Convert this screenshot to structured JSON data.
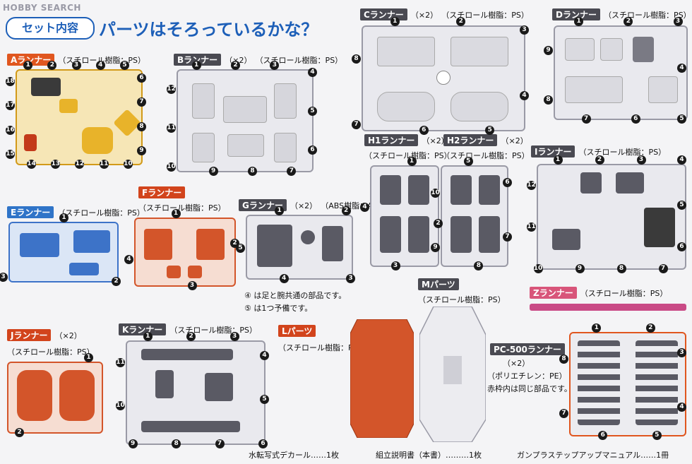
{
  "watermark": "HOBBY SEARCH",
  "header": {
    "badge": "セット内容",
    "title": "パーツはそろっているかな？"
  },
  "runners": {
    "A": {
      "name": "Aランナー",
      "material": "（スチロール樹脂：PS）"
    },
    "B": {
      "name": "Bランナー",
      "count": "（×2）",
      "material": "（スチロール樹脂：PS）"
    },
    "C": {
      "name": "Cランナー",
      "count": "（×2）",
      "material": "（スチロール樹脂：PS）"
    },
    "D": {
      "name": "Dランナー",
      "material": "（スチロール樹脂：PS）"
    },
    "E": {
      "name": "Eランナー",
      "material": "（スチロール樹脂：PS）"
    },
    "F": {
      "name": "Fランナー",
      "material": "（スチロール樹脂：PS）"
    },
    "G": {
      "name": "Gランナー",
      "count": "（×2）",
      "material": "（ABS樹脂：ABS）"
    },
    "H1": {
      "name": "H1ランナー",
      "count": "（×2）",
      "material": "（スチロール樹脂：PS）"
    },
    "H2": {
      "name": "H2ランナー",
      "count": "（×2）",
      "material": "（スチロール樹脂：PS）"
    },
    "I": {
      "name": "Iランナー",
      "material": "（スチロール樹脂：PS）"
    },
    "J": {
      "name": "Jランナー",
      "count": "（×2）",
      "material": "（スチロール樹脂：PS）"
    },
    "K": {
      "name": "Kランナー",
      "material": "（スチロール樹脂：PS）"
    },
    "L": {
      "name": "Lパーツ",
      "material": "（スチロール樹脂：PS）"
    },
    "M": {
      "name": "Mパーツ",
      "material": "（スチロール樹脂：PS）"
    },
    "Z": {
      "name": "Zランナー",
      "material": "（スチロール樹脂：PS）"
    },
    "PC": {
      "name": "PC-500ランナー",
      "count": "（×2）",
      "material": "（ポリエチレン：PE）",
      "note": "赤枠内は同じ部品です。"
    }
  },
  "g_notes": {
    "n4": "は足と腕共通の部品です。",
    "n5": "は1つ予備です。"
  },
  "footer": {
    "decal": "水転写式デカール……1枚",
    "manual": "組立説明書（本書）………1枚",
    "stepup": "ガンプラステップアップマニュアル……1冊"
  },
  "colors": {
    "yellow": "#e8b32a",
    "white": "#e4e4ea",
    "gray": "#5a5a64",
    "blue": "#3d73c8",
    "red": "#d3552a",
    "pink": "#c94a86",
    "accent": "#1d5fb8"
  },
  "part_numbers": {
    "A": [
      "1",
      "2",
      "3",
      "4",
      "5",
      "6",
      "7",
      "8",
      "9",
      "10",
      "11",
      "12",
      "13",
      "14",
      "15",
      "16",
      "17",
      "18"
    ],
    "B": [
      "1",
      "2",
      "3",
      "4",
      "5",
      "6",
      "7",
      "8",
      "9",
      "10",
      "11",
      "12"
    ],
    "C": [
      "1",
      "2",
      "3",
      "4",
      "5",
      "6",
      "7",
      "8"
    ],
    "D": [
      "1",
      "2",
      "3",
      "4",
      "5",
      "6",
      "7",
      "8",
      "9"
    ],
    "E": [
      "1",
      "2",
      "3"
    ],
    "F": [
      "1",
      "2",
      "3",
      "4"
    ],
    "G": [
      "1",
      "2",
      "3",
      "4",
      "5"
    ],
    "H1": [
      "1",
      "2",
      "3",
      "4"
    ],
    "H2": [
      "5",
      "6",
      "7",
      "8",
      "9",
      "10"
    ],
    "I": [
      "1",
      "2",
      "3",
      "4",
      "5",
      "6",
      "7",
      "8",
      "9",
      "10",
      "11",
      "12"
    ],
    "J": [
      "1",
      "2"
    ],
    "K": [
      "1",
      "2",
      "3",
      "4",
      "5",
      "6",
      "7",
      "8",
      "9",
      "10",
      "11"
    ],
    "PC": [
      "1",
      "2",
      "3",
      "4",
      "5",
      "6",
      "7",
      "8"
    ]
  }
}
